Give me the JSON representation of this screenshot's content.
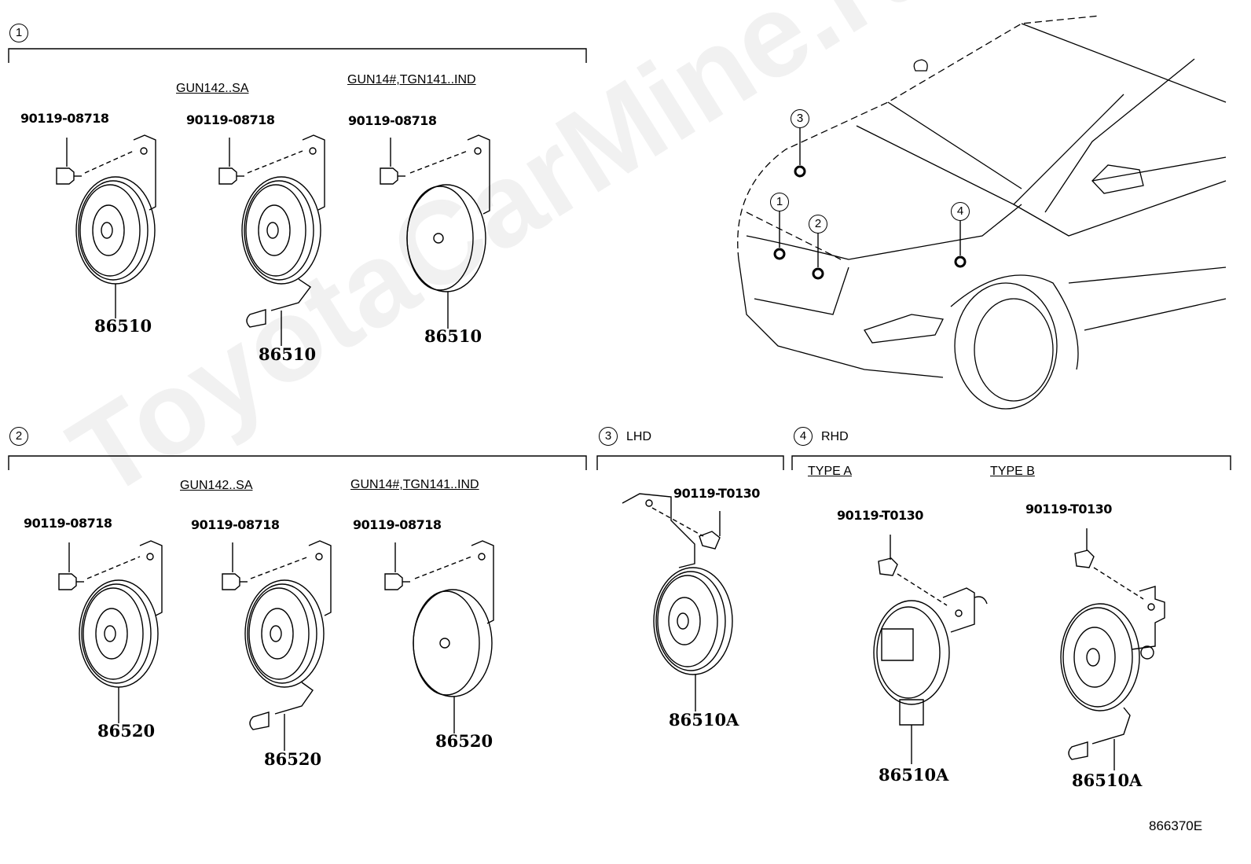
{
  "watermark": "ToyotaCarMine.ru",
  "figure_code": "866370E",
  "sections": [
    {
      "num": "1",
      "label": ""
    },
    {
      "num": "2",
      "label": ""
    },
    {
      "num": "3",
      "label": "LHD"
    },
    {
      "num": "4",
      "label": "RHD"
    }
  ],
  "section1": {
    "variant_a": "GUN142..SA",
    "variant_b": "GUN14#,TGN141..IND",
    "bolt_1": "90119-08718",
    "bolt_2": "90119-08718",
    "bolt_3": "90119-08718",
    "part_1": "86510",
    "part_2": "86510",
    "part_3": "86510"
  },
  "section2": {
    "variant_a": "GUN142..SA",
    "variant_b": "GUN14#,TGN141..IND",
    "bolt_1": "90119-08718",
    "bolt_2": "90119-08718",
    "bolt_3": "90119-08718",
    "part_1": "86520",
    "part_2": "86520",
    "part_3": "86520"
  },
  "section3": {
    "bolt": "90119-T0130",
    "part": "86510A"
  },
  "section4": {
    "type_a": "TYPE A",
    "type_b": "TYPE B",
    "bolt_a": "90119-T0130",
    "bolt_b": "90119-T0130",
    "part_a": "86510A",
    "part_b": "86510A"
  },
  "car_callouts": [
    "1",
    "2",
    "3",
    "4"
  ]
}
